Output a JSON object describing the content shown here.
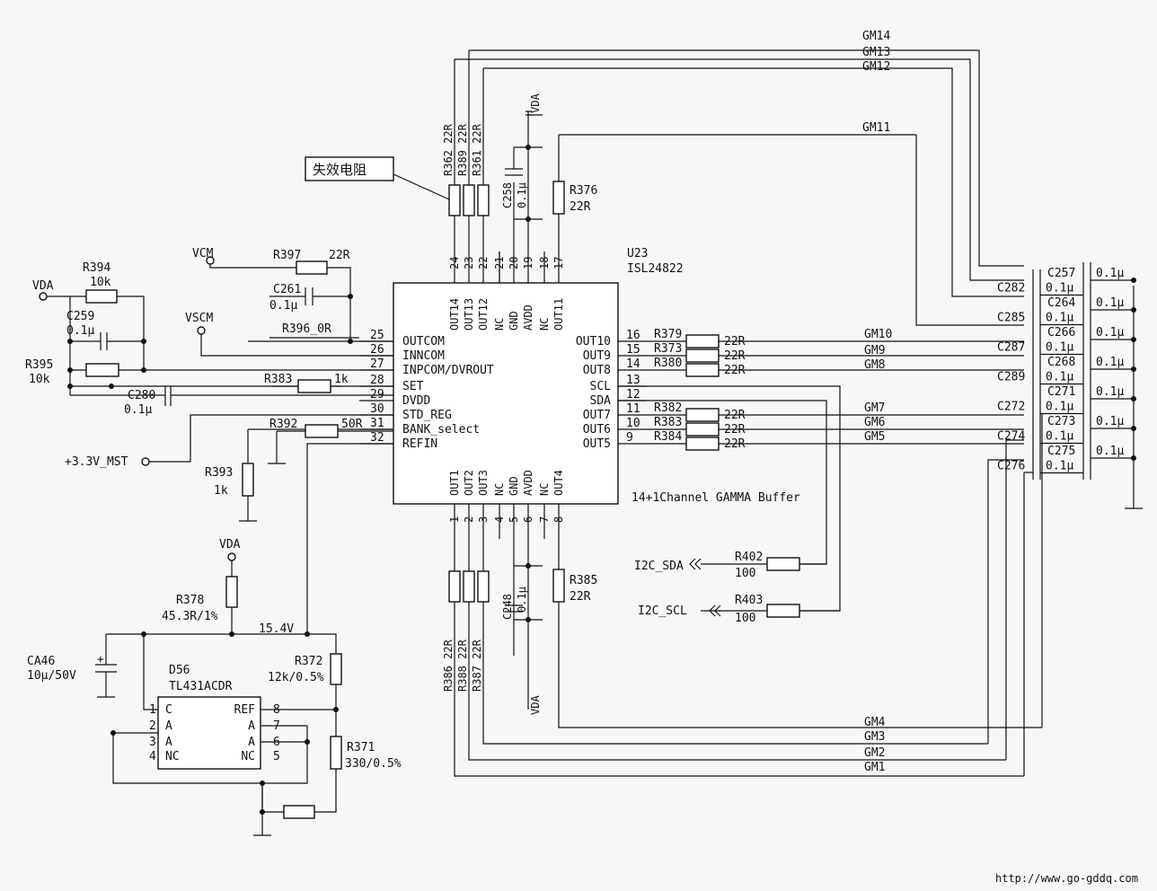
{
  "chip": {
    "ref": "U23",
    "part": "ISL24822",
    "caption": "14+1Channel GAMMA Buffer",
    "left_pins": [
      {
        "num": "25",
        "name": "OUTCOM"
      },
      {
        "num": "26",
        "name": "INNCOM"
      },
      {
        "num": "27",
        "name": "INPCOM/DVROUT"
      },
      {
        "num": "28",
        "name": "SET"
      },
      {
        "num": "29",
        "name": "DVDD"
      },
      {
        "num": "30",
        "name": "STD_REG"
      },
      {
        "num": "31",
        "name": "BANK_select"
      },
      {
        "num": "32",
        "name": "REFIN"
      }
    ],
    "right_pins": [
      {
        "num": "16",
        "name": "OUT10"
      },
      {
        "num": "15",
        "name": "OUT9"
      },
      {
        "num": "14",
        "name": "OUT8"
      },
      {
        "num": "13",
        "name": "SCL"
      },
      {
        "num": "12",
        "name": "SDA"
      },
      {
        "num": "11",
        "name": "OUT7"
      },
      {
        "num": "10",
        "name": "OUT6"
      },
      {
        "num": "9",
        "name": "OUT5"
      }
    ],
    "top_pins": [
      {
        "num": "24",
        "name": "OUT14"
      },
      {
        "num": "23",
        "name": "OUT13"
      },
      {
        "num": "22",
        "name": "OUT12"
      },
      {
        "num": "21",
        "name": "NC"
      },
      {
        "num": "20",
        "name": "GND"
      },
      {
        "num": "19",
        "name": "AVDD"
      },
      {
        "num": "18",
        "name": "NC"
      },
      {
        "num": "17",
        "name": "OUT11"
      }
    ],
    "bottom_pins": [
      {
        "num": "1",
        "name": "OUT1"
      },
      {
        "num": "2",
        "name": "OUT2"
      },
      {
        "num": "3",
        "name": "OUT3"
      },
      {
        "num": "4",
        "name": "NC"
      },
      {
        "num": "5",
        "name": "GND"
      },
      {
        "num": "6",
        "name": "AVDD"
      },
      {
        "num": "7",
        "name": "NC"
      },
      {
        "num": "8",
        "name": "OUT4"
      }
    ]
  },
  "callout": "失效电阻",
  "rails": {
    "vda": "VDA",
    "vcm": "VCM",
    "vscm": "VSCM",
    "v33": "+3.3V_MST",
    "v154": "15.4V"
  },
  "left_parts": {
    "r394": {
      "ref": "R394",
      "val": "10k"
    },
    "c259": {
      "ref": "C259",
      "val": "0.1μ"
    },
    "r395": {
      "ref": "R395",
      "val": "10k"
    },
    "c280": {
      "ref": "C280",
      "val": "0.1μ"
    },
    "r397": {
      "ref": "R397",
      "val": "22R"
    },
    "c261": {
      "ref": "C261",
      "val": "0.1μ"
    },
    "r396": {
      "ref": "R396_0R"
    },
    "r383": {
      "ref": "R383",
      "val": "1k"
    },
    "r392": {
      "ref": "R392",
      "val": "50R"
    },
    "r393": {
      "ref": "R393",
      "val": "1k"
    }
  },
  "top_parts": {
    "r362": "R362 22R",
    "r389": "R389 22R",
    "r361": "R361 22R",
    "c258": "C258",
    "c258v": "0.1μ",
    "r376": "R376",
    "r376v": "22R"
  },
  "bottom_parts": {
    "r386": "R386 22R",
    "r388": "R388 22R",
    "r387": "R387 22R",
    "c248": "C248",
    "c248v": "0.1μ",
    "r385": "R385",
    "r385v": "22R"
  },
  "right_resistors": [
    {
      "ref": "R379",
      "val": "22R"
    },
    {
      "ref": "R373",
      "val": "22R"
    },
    {
      "ref": "R380",
      "val": "22R"
    },
    {
      "ref": "R382",
      "val": "22R"
    },
    {
      "ref": "R383",
      "val": "22R"
    },
    {
      "ref": "R384",
      "val": "22R"
    }
  ],
  "i2c": {
    "sda": {
      "label": "I2C_SDA",
      "ref": "R402",
      "val": "100"
    },
    "scl": {
      "label": "I2C_SCL",
      "ref": "R403",
      "val": "100"
    }
  },
  "gm_nets": {
    "gm14": "GM14",
    "gm13": "GM13",
    "gm12": "GM12",
    "gm11": "GM11",
    "gm10": "GM10",
    "gm9": "GM9",
    "gm8": "GM8",
    "gm7": "GM7",
    "gm6": "GM6",
    "gm5": "GM5",
    "gm4": "GM4",
    "gm3": "GM3",
    "gm2": "GM2",
    "gm1": "GM1"
  },
  "cap_bank": [
    {
      "ref": "C257",
      "val": "0.1μ"
    },
    {
      "ref": "C282",
      "val": "0.1μ"
    },
    {
      "ref": "C264",
      "val": "0.1μ"
    },
    {
      "ref": "C285",
      "val": "0.1μ"
    },
    {
      "ref": "C266",
      "val": "0.1μ"
    },
    {
      "ref": "C287",
      "val": "0.1μ"
    },
    {
      "ref": "C268",
      "val": "0.1μ"
    },
    {
      "ref": "C289",
      "val": "0.1μ"
    },
    {
      "ref": "C271",
      "val": "0.1μ"
    },
    {
      "ref": "C272",
      "val": "0.1μ"
    },
    {
      "ref": "C273",
      "val": "0.1μ"
    },
    {
      "ref": "C274",
      "val": "0.1μ"
    },
    {
      "ref": "C275",
      "val": "0.1μ"
    },
    {
      "ref": "C276",
      "val": "0.1μ"
    }
  ],
  "regulator": {
    "ref": "D56",
    "part": "TL431ACDR",
    "pins_left": [
      {
        "num": "1",
        "name": "C"
      },
      {
        "num": "2",
        "name": "A"
      },
      {
        "num": "3",
        "name": "A"
      },
      {
        "num": "4",
        "name": "NC"
      }
    ],
    "pins_right": [
      {
        "num": "8",
        "name": "REF"
      },
      {
        "num": "7",
        "name": "A"
      },
      {
        "num": "6",
        "name": "A"
      },
      {
        "num": "5",
        "name": "NC"
      }
    ],
    "r378": {
      "ref": "R378",
      "val": "45.3R/1%"
    },
    "ca46": {
      "ref": "CA46",
      "val": "10μ/50V"
    },
    "r372": {
      "ref": "R372",
      "val": "12k/0.5%"
    },
    "r371": {
      "ref": "R371",
      "val": "330/0.5%"
    },
    "vda": "VDA"
  },
  "footer_url": "http://www.go-gddq.com"
}
